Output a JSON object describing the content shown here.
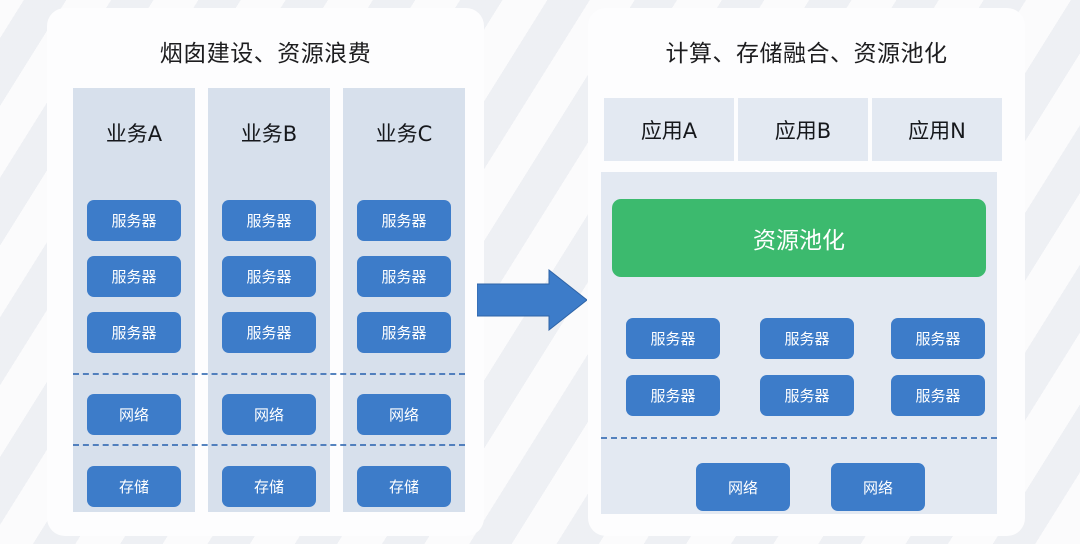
{
  "colors": {
    "page_background": "#fbfbfc",
    "panel_background": "#fdfdfe",
    "column_background": "#d7e0ec",
    "container_background": "#e3e9f2",
    "chip_blue": "#3d7cc9",
    "pool_green": "#3cba6e",
    "dashed_line": "#3a6fb5",
    "arrow_blue": "#3d7cc9",
    "title_text": "#1d1d1f",
    "chip_text": "#ffffff"
  },
  "left_panel": {
    "title": "烟囱建设、资源浪费",
    "columns": [
      {
        "header": "业务A",
        "servers": [
          "服务器",
          "服务器",
          "服务器"
        ],
        "network": "网络",
        "storage": "存储"
      },
      {
        "header": "业务B",
        "servers": [
          "服务器",
          "服务器",
          "服务器"
        ],
        "network": "网络",
        "storage": "存储"
      },
      {
        "header": "业务C",
        "servers": [
          "服务器",
          "服务器",
          "服务器"
        ],
        "network": "网络",
        "storage": "存储"
      }
    ]
  },
  "arrow": {
    "icon": "arrow-right-icon",
    "direction": "right"
  },
  "right_panel": {
    "title": "计算、存储融合、资源池化",
    "apps": [
      "应用A",
      "应用B",
      "应用N"
    ],
    "pool_label": "资源池化",
    "servers": [
      [
        "服务器",
        "服务器",
        "服务器"
      ],
      [
        "服务器",
        "服务器",
        "服务器"
      ]
    ],
    "networks": [
      "网络",
      "网络"
    ]
  }
}
